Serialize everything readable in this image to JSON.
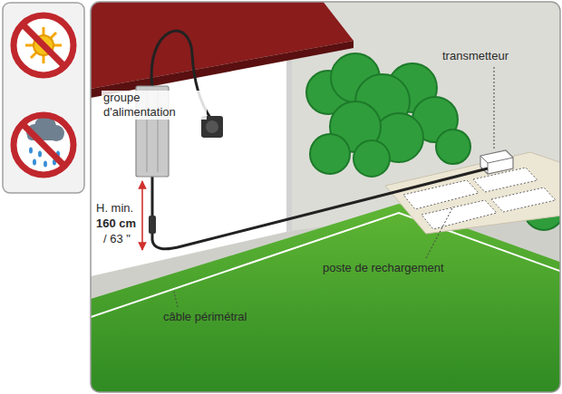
{
  "diagram": {
    "labels": [
      "groupe d'alimentation",
      "transmetteur",
      "poste de rechargement",
      "câble périmétral",
      "H. min.",
      "160 cm",
      "/ 63 \""
    ]
  }
}
